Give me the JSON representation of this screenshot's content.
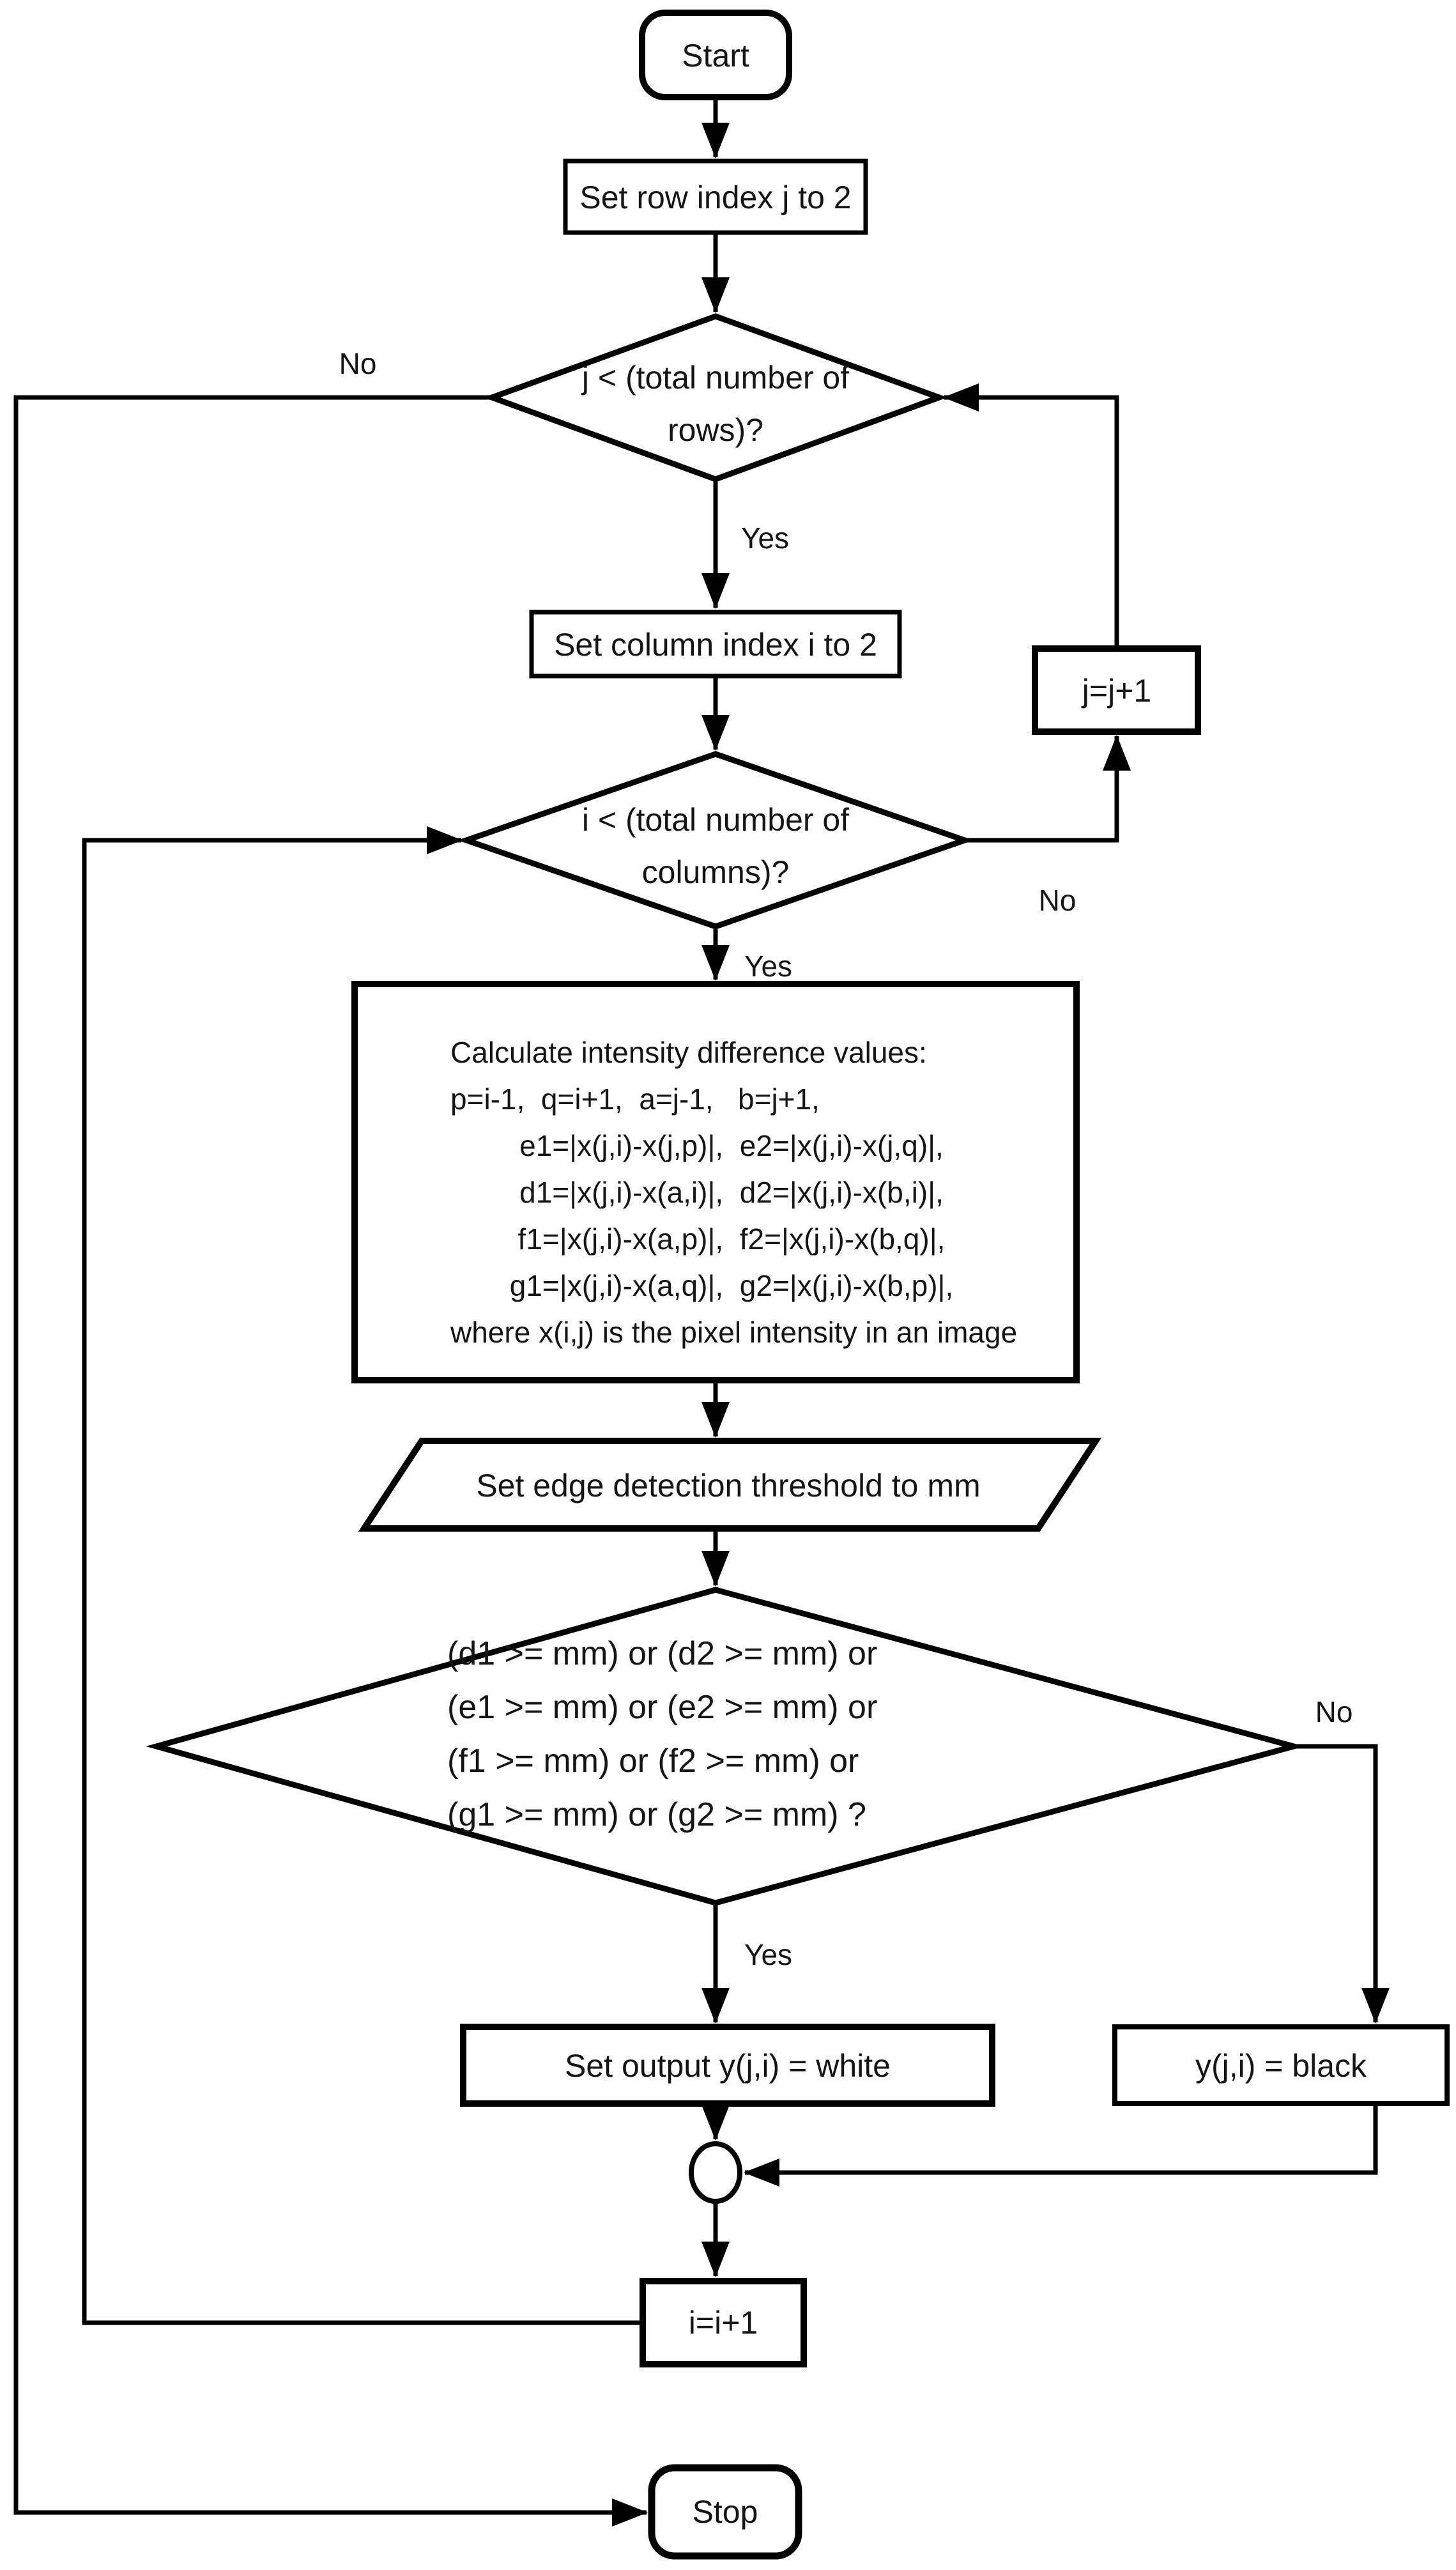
{
  "title": "Edge detection flowchart",
  "colors": {
    "line": "#000000",
    "text": "#151515",
    "background": "#ffffff"
  },
  "nodes": {
    "start": "Start",
    "set_row_index": "Set row index j to 2",
    "row_decision_lines": [
      "j < (total number of",
      "rows)?"
    ],
    "set_column_index": "Set column index i to 2",
    "increment_j": "j=j+1",
    "column_decision_lines": [
      "i < (total number of",
      "columns)?"
    ],
    "calc_lines": [
      "Calculate intensity difference values:",
      "p=i-1,  q=i+1,  a=j-1,   b=j+1,",
      "e1=|x(j,i)-x(j,p)|,  e2=|x(j,i)-x(j,q)|,",
      "d1=|x(j,i)-x(a,i)|,  d2=|x(j,i)-x(b,i)|,",
      "f1=|x(j,i)-x(a,p)|,  f2=|x(j,i)-x(b,q)|,",
      "g1=|x(j,i)-x(a,q)|,  g2=|x(j,i)-x(b,p)|,",
      "where x(i,j) is the pixel intensity in an image"
    ],
    "set_threshold": "Set edge detection threshold to mm",
    "threshold_decision_lines": [
      "(d1 >= mm) or (d2 >= mm) or",
      "(e1 >= mm) or (e2 >= mm) or",
      "(f1 >= mm) or (f2 >= mm) or",
      "(g1 >= mm) or (g2 >= mm) ?"
    ],
    "set_white": "Set output y(j,i) = white",
    "set_black": "y(j,i) = black",
    "increment_i": "i=i+1",
    "stop": "Stop"
  },
  "edge_labels": {
    "row_no": "No",
    "row_yes": "Yes",
    "col_no": "No",
    "col_yes": "Yes",
    "threshold_no": "No",
    "threshold_yes": "Yes"
  }
}
